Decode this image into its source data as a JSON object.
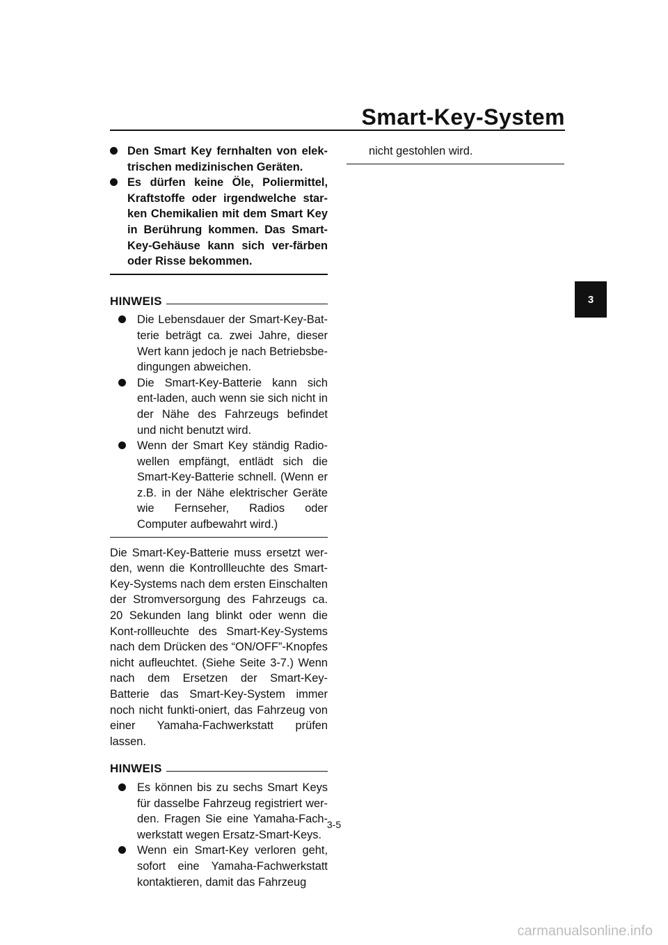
{
  "header": {
    "title": "Smart-Key-System",
    "chapter_tab": "3"
  },
  "left_column": {
    "warning_items": [
      "Den Smart Key fernhalten von elek-trischen medizinischen Geräten.",
      "Es dürfen keine Öle, Poliermittel, Kraftstoffe oder irgendwelche star-ken Chemikalien mit dem Smart Key in Berührung kommen. Das Smart-Key-Gehäuse kann sich ver-färben oder Risse bekommen."
    ],
    "hinweis_1": {
      "label": "HINWEIS",
      "items": [
        "Die Lebensdauer der Smart-Key-Bat-terie beträgt ca. zwei Jahre, dieser Wert kann jedoch je nach Betriebsbe-dingungen abweichen.",
        "Die Smart-Key-Batterie kann sich ent-laden, auch wenn sie sich nicht in der Nähe des Fahrzeugs befindet und nicht benutzt wird.",
        "Wenn der Smart Key ständig Radio-wellen empfängt, entlädt sich die Smart-Key-Batterie schnell. (Wenn er z.B. in der Nähe elektrischer Geräte wie Fernseher, Radios oder Computer aufbewahrt wird.)"
      ]
    },
    "body_paragraph": "Die Smart-Key-Batterie muss ersetzt wer-den, wenn die Kontrollleuchte des Smart-Key-Systems nach dem ersten Einschalten der Stromversorgung des Fahrzeugs ca. 20 Sekunden lang blinkt oder wenn die Kont-rollleuchte des Smart-Key-Systems nach dem Drücken des “ON/OFF”-Knopfes nicht aufleuchtet. (Siehe Seite 3-7.) Wenn nach dem Ersetzen der Smart-Key-Batterie das Smart-Key-System immer noch nicht funkti-oniert, das Fahrzeug von einer Yamaha-Fachwerkstatt prüfen lassen.",
    "hinweis_2": {
      "label": "HINWEIS",
      "items": [
        "Es können bis zu sechs Smart Keys für dasselbe Fahrzeug registriert wer-den. Fragen Sie eine Yamaha-Fach-werkstatt wegen Ersatz-Smart-Keys.",
        "Wenn ein Smart-Key verloren geht, sofort eine Yamaha-Fachwerkstatt kontaktieren, damit das Fahrzeug"
      ]
    }
  },
  "right_column": {
    "continuation": "nicht gestohlen wird."
  },
  "footer": {
    "page_number": "3-5",
    "watermark": "carmanualsonline.info"
  }
}
